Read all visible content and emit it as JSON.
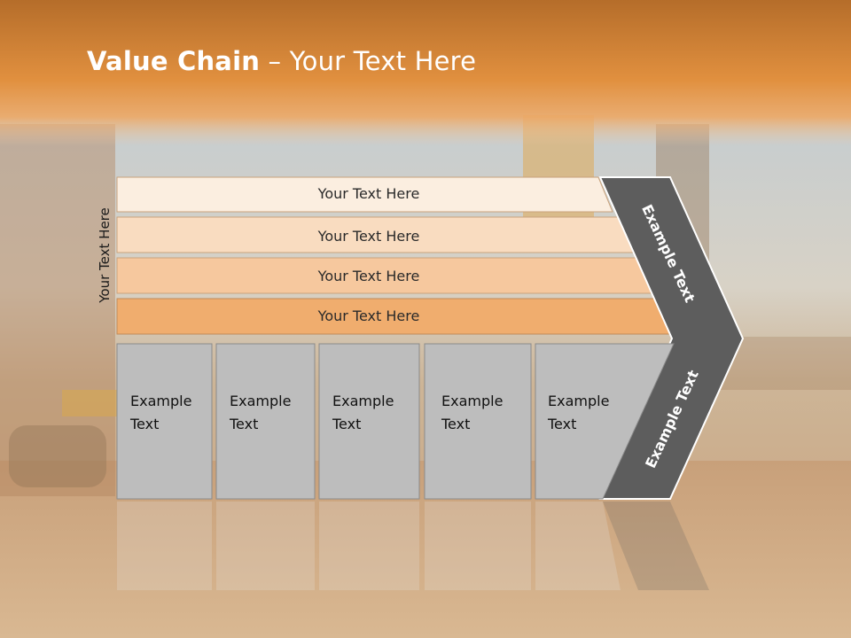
{
  "slide": {
    "title_bold": "Value Chain",
    "title_rest": " – Your Text Here",
    "side_label": "Your Text Here"
  },
  "rows": [
    {
      "label": "Your Text Here"
    },
    {
      "label": "Your Text Here"
    },
    {
      "label": "Your Text Here"
    },
    {
      "label": "Your Text Here"
    }
  ],
  "boxes": [
    {
      "line1": "Example",
      "line2": "Text"
    },
    {
      "line1": "Example",
      "line2": "Text"
    },
    {
      "line1": "Example",
      "line2": "Text"
    },
    {
      "line1": "Example",
      "line2": "Text"
    },
    {
      "line1": "Example",
      "line2": "Text"
    }
  ],
  "chevron": {
    "upper_label": "Example Text",
    "lower_label": "Example Text"
  },
  "colors": {
    "header_orange": "#e69444",
    "row1": "#fbeee0",
    "row2": "#f9dcc0",
    "row3": "#f6c89e",
    "row4": "#f0ad6e",
    "box_gray": "#bdbdbd",
    "chevron_gray": "#5d5d5d"
  }
}
